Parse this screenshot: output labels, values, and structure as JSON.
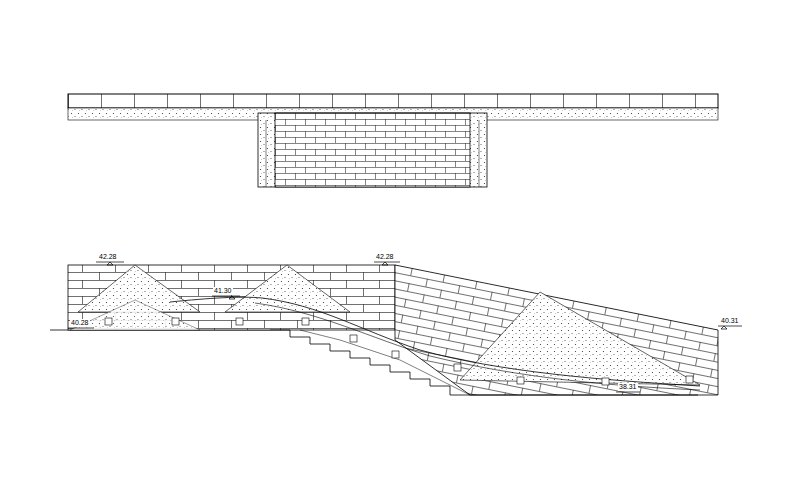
{
  "diagram": {
    "labels": [
      "42.28",
      "41.30",
      "42.28",
      "40.31",
      "40.28",
      "38.31"
    ]
  }
}
